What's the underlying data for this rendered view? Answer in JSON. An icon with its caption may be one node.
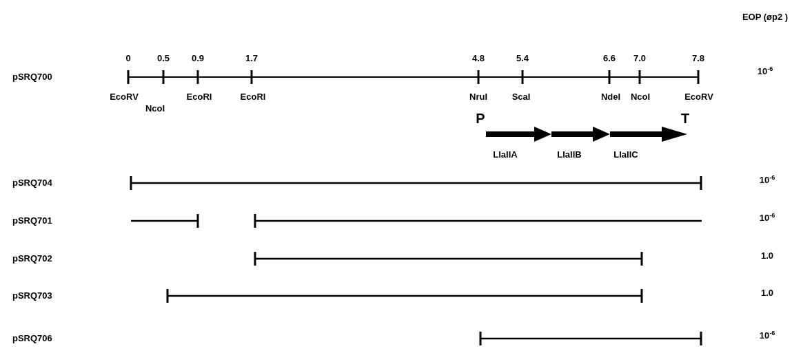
{
  "diagram": {
    "labels": [
      "EOP (øp2 )",
      "0",
      "0.5",
      "0.9",
      "1.7",
      "4.8",
      "5.4",
      "6.6",
      "7.0",
      "7.8",
      "pSRQ700",
      "10$^{-6}$",
      "EcoRV",
      "NcoI",
      "EcoRI",
      "EcoRI",
      "NruI",
      "ScaI",
      "NdeI",
      "NcoI",
      "EcoRV",
      "P",
      "T",
      "LlaIIA",
      "LlaIIB",
      "LlaIIC",
      "pSRQ704",
      "10$^{-6}$",
      "pSRQ701",
      "10$^{-6}$",
      "pSRQ702",
      "1.0",
      "pSRQ703",
      "1.0",
      "pSRQ706",
      "10$^{-6}$"
    ]
  }
}
